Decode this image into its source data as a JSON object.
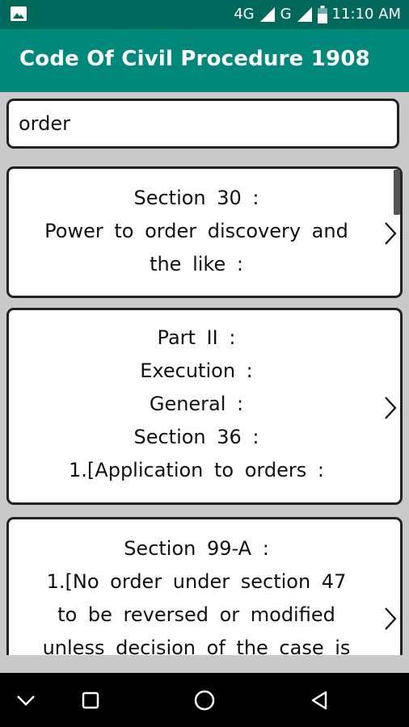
{
  "status_bar": {
    "network_4g": "4G",
    "network_g": "G",
    "time": "11:10 AM",
    "icons": [
      "image-notification-icon",
      "signal-icon",
      "battery-icon"
    ]
  },
  "app_bar": {
    "title": "Code Of Civil Procedure 1908",
    "color": "#00897b",
    "status_color": "#00695c"
  },
  "search": {
    "value": "order"
  },
  "results": [
    {
      "lines": [
        "Section 30 :",
        "Power to order discovery and",
        "the like :"
      ]
    },
    {
      "lines": [
        "Part II :",
        "Execution :",
        "General :",
        "Section 36 :",
        "1.[Application to orders :"
      ]
    },
    {
      "lines": [
        "Section 99-A :",
        "1.[No order under section 47",
        "to be reversed or modified",
        "unless decision of the case is"
      ]
    }
  ],
  "nav_bar": {
    "icons": [
      "chevron-down-icon",
      "recents-square-icon",
      "home-circle-icon",
      "back-triangle-icon"
    ]
  }
}
